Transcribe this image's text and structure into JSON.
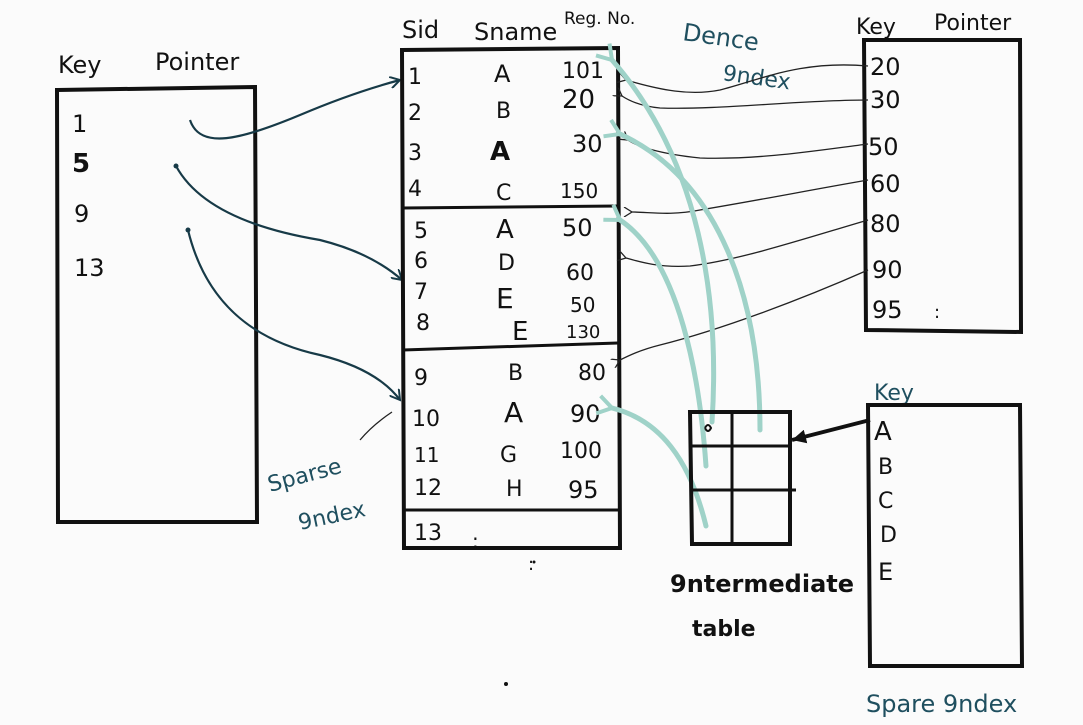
{
  "left_index": {
    "header_key": "Key",
    "header_pointer": "Pointer",
    "keys": [
      "1",
      "5",
      "9",
      "13"
    ]
  },
  "main_table": {
    "headers": {
      "sid": "Sid",
      "sname": "Sname",
      "reg": "Reg. No."
    },
    "rows": [
      {
        "sid": "1",
        "sname": "A",
        "reg": "101"
      },
      {
        "sid": "2",
        "sname": "B",
        "reg": "20"
      },
      {
        "sid": "3",
        "sname": "A",
        "reg": "30"
      },
      {
        "sid": "4",
        "sname": "C",
        "reg": "150"
      },
      {
        "sid": "5",
        "sname": "A",
        "reg": "50"
      },
      {
        "sid": "6",
        "sname": "D",
        "reg": "60"
      },
      {
        "sid": "7",
        "sname": "E",
        "reg": "50"
      },
      {
        "sid": "8",
        "sname": "E",
        "reg": "130"
      },
      {
        "sid": "9",
        "sname": "B",
        "reg": "80"
      },
      {
        "sid": "10",
        "sname": "A",
        "reg": "90"
      },
      {
        "sid": "11",
        "sname": "G",
        "reg": "100"
      },
      {
        "sid": "12",
        "sname": "H",
        "reg": "95"
      },
      {
        "sid": "13",
        "sname": ":",
        "reg": ":"
      }
    ]
  },
  "labels": {
    "dense_line1": "Dence",
    "dense_line2": "9ndex",
    "sparse_line1": "Sparse",
    "sparse_line2": "9ndex",
    "intermediate_line1": "9ntermediate",
    "intermediate_line2": "table",
    "bottom_right": "Spare 9ndex"
  },
  "right_top_index": {
    "header_key": "Key",
    "header_pointer": "Pointer",
    "keys": [
      "20",
      "30",
      "50",
      "60",
      "80",
      "90",
      "95"
    ]
  },
  "right_bottom_index": {
    "header": "Key",
    "keys": [
      "A",
      "B",
      "C",
      "D",
      "E"
    ]
  },
  "colors": {
    "ink": "#111111",
    "arrow_dark": "#173a47",
    "arrow_teal": "#9fd2c8",
    "label": "#1f4f5f"
  }
}
